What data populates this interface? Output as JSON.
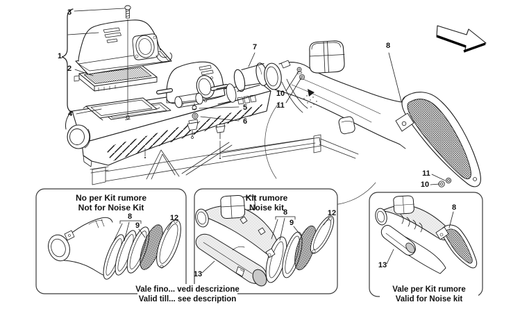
{
  "diagram": {
    "type": "exploded-parts-diagram",
    "background_color": "#ffffff",
    "line_color": "#1a1a1a"
  },
  "callouts": {
    "n1": "1",
    "n2": "2",
    "n3": "3",
    "n4": "4",
    "n5": "5",
    "n6": "6",
    "n7": "7",
    "n8": "8",
    "n9": "9",
    "n10": "10",
    "n11": "11",
    "n12": "12",
    "n13": "13"
  },
  "insets": {
    "not_for_noise_kit": {
      "title_line1": "No per Kit rumore",
      "title_line2": "Not for Noise Kit"
    },
    "noise_kit": {
      "title_line1": "Kit rumore",
      "title_line2": "Noise kit"
    },
    "valid_for_noise_kit": {
      "caption_line1": "Vale per Kit rumore",
      "caption_line2": "Valid for Noise kit"
    }
  },
  "footer_caption": {
    "line1": "Vale fino... vedi descrizione",
    "line2": "Valid till... see description"
  },
  "icons": {
    "direction_arrow": "arrow-down-right"
  }
}
